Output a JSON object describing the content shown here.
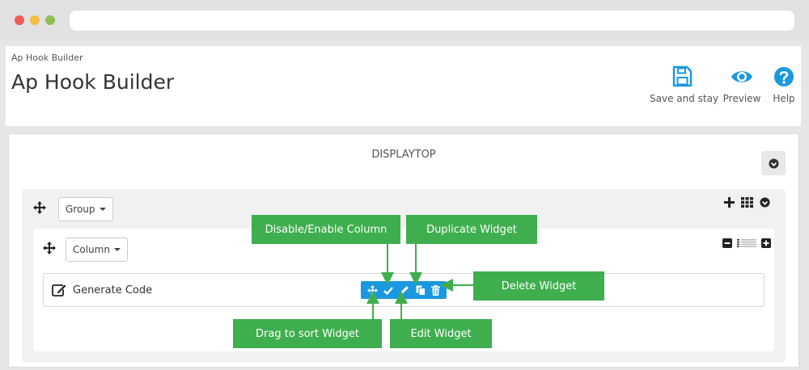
{
  "app": {
    "breadcrumb": "Ap Hook Builder",
    "title": "Ap Hook Builder"
  },
  "toolbar": {
    "save_label": "Save and stay",
    "preview_label": "Preview",
    "help_label": "Help"
  },
  "main": {
    "hook_name": "DISPLAYTOP",
    "group_label": "Group",
    "column_label": "Column",
    "widget_name": "Generate Code"
  },
  "callouts": {
    "disable_enable": "Disable/Enable Column",
    "duplicate": "Duplicate Widget",
    "delete": "Delete Widget",
    "drag": "Drag to sort Widget",
    "edit": "Edit Widget"
  },
  "colors": {
    "accent_blue": "#1a98e0",
    "callout_green": "#3fae4f"
  }
}
